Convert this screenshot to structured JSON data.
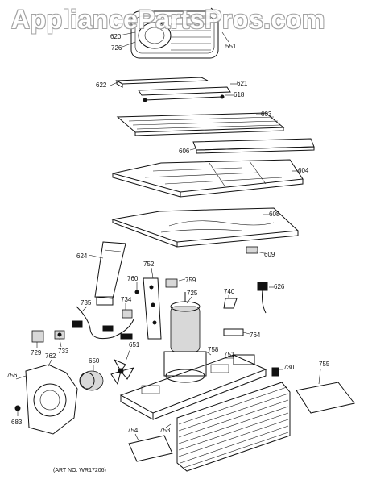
{
  "watermark": "AppliancePartsPros.com",
  "art_no": "(ART NO. WR17206)",
  "labels": {
    "l620": "620",
    "l726": "726",
    "l551": "551",
    "l622": "622",
    "l621": "621",
    "l618": "618",
    "l603": "603",
    "l606": "606",
    "l604": "604",
    "l608": "608",
    "l609": "609",
    "l624": "624",
    "l752": "752",
    "l759": "759",
    "l760": "760",
    "l725": "725",
    "l626": "626",
    "l740": "740",
    "l735": "735",
    "l734": "734",
    "l764": "764",
    "l729": "729",
    "l733": "733",
    "l762": "762",
    "l651": "651",
    "l650": "650",
    "l758": "758",
    "l751": "751",
    "l730": "730",
    "l755": "755",
    "l756": "756",
    "l683": "683",
    "l754": "754",
    "l753": "753"
  }
}
